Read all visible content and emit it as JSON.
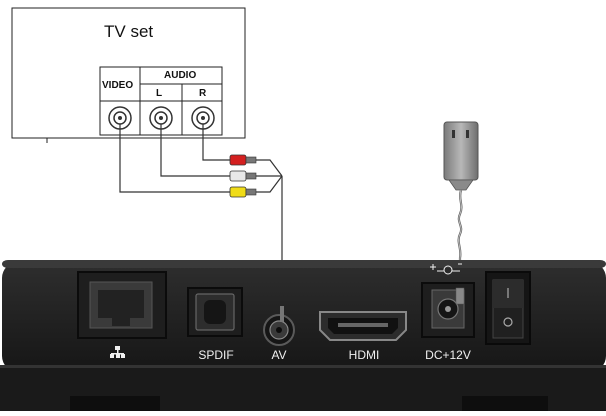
{
  "tv": {
    "title": "TV set",
    "video_label": "VIDEO",
    "audio_label": "AUDIO",
    "left_label": "L",
    "right_label": "R"
  },
  "cable_colors": {
    "red": "#d42020",
    "white": "#e8e8e8",
    "yellow": "#f0dc18"
  },
  "box": {
    "color": "#222222",
    "ports": {
      "lan_icon": "network-icon",
      "spdif": "SPDIF",
      "av": "AV",
      "hdmi": "HDMI",
      "dc": "DC+12V"
    },
    "power_switch_symbols": [
      "I",
      "O"
    ]
  },
  "adapter": {
    "polarity_symbols": [
      "+",
      "-"
    ]
  }
}
